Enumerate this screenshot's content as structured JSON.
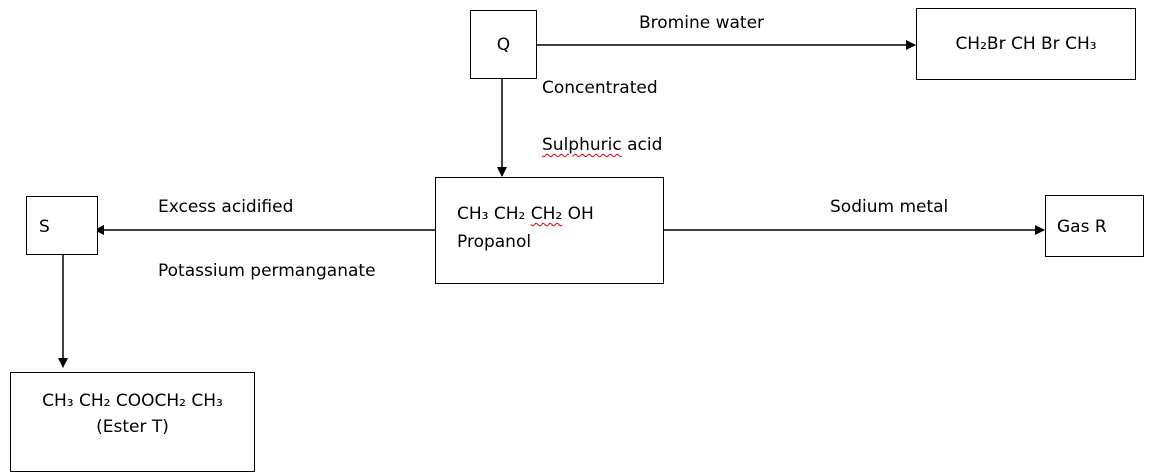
{
  "nodes": {
    "q": "Q",
    "dibromide": "CH₂Br CH Br CH₃",
    "propanol_formula_pre": "CH₃ CH₂ ",
    "propanol_formula_ch2": "CH₂",
    "propanol_formula_post": " OH",
    "propanol_name": "Propanol",
    "s": "S",
    "gas_r": "Gas R",
    "ester_formula_pre": "CH₃ CH₂ CO",
    "ester_formula_o": "O",
    "ester_formula_post": "CH₂ CH₃",
    "ester_name": "(Ester T)"
  },
  "reagents": {
    "bromine_water": "Bromine water",
    "concentrated": "Concentrated",
    "sulphuric_word": "Sulphuric",
    "sulphuric_acid_rest": " acid",
    "excess_acidified": "Excess acidified",
    "potassium_permanganate": "Potassium  permanganate",
    "sodium_metal": "Sodium metal"
  },
  "colors": {
    "line": "#000000",
    "spellcheck": "#d00000"
  }
}
